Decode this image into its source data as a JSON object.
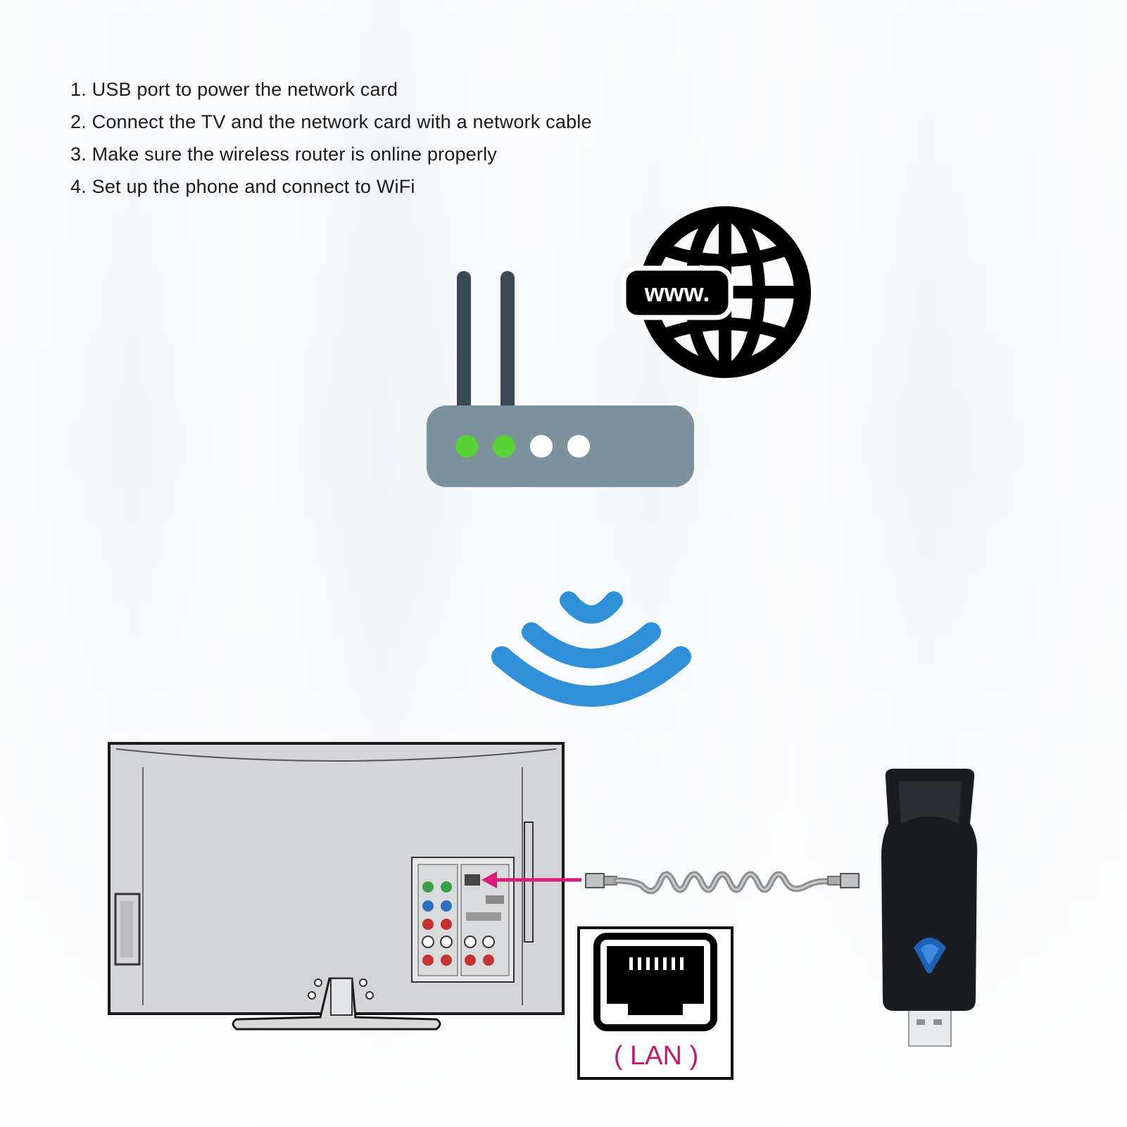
{
  "steps": [
    "1. USB port to power the network card",
    "2. Connect the TV and the network card with a network cable",
    "3. Make sure the wireless router is online properly",
    "4. Set up the phone and connect to WiFi"
  ],
  "globe_badge": "www.",
  "lan_label": "( LAN )",
  "router_leds": [
    "#58d135",
    "#58d135",
    "#ffffff",
    "#ffffff"
  ],
  "colors": {
    "router_body": "#7e929e",
    "antenna": "#3a4a54",
    "wifi_waves": "#2f8fd8",
    "lan_text": "#c2176e",
    "arrow": "#d81c78",
    "dongle": "#1b1d20",
    "dongle_logo": "#1e63b6"
  },
  "icons": [
    "router-icon",
    "globe-www-icon",
    "wifi-signal-icon",
    "tv-back-icon",
    "ethernet-cable-icon",
    "lan-port-icon",
    "usb-wifi-dongle-icon"
  ]
}
